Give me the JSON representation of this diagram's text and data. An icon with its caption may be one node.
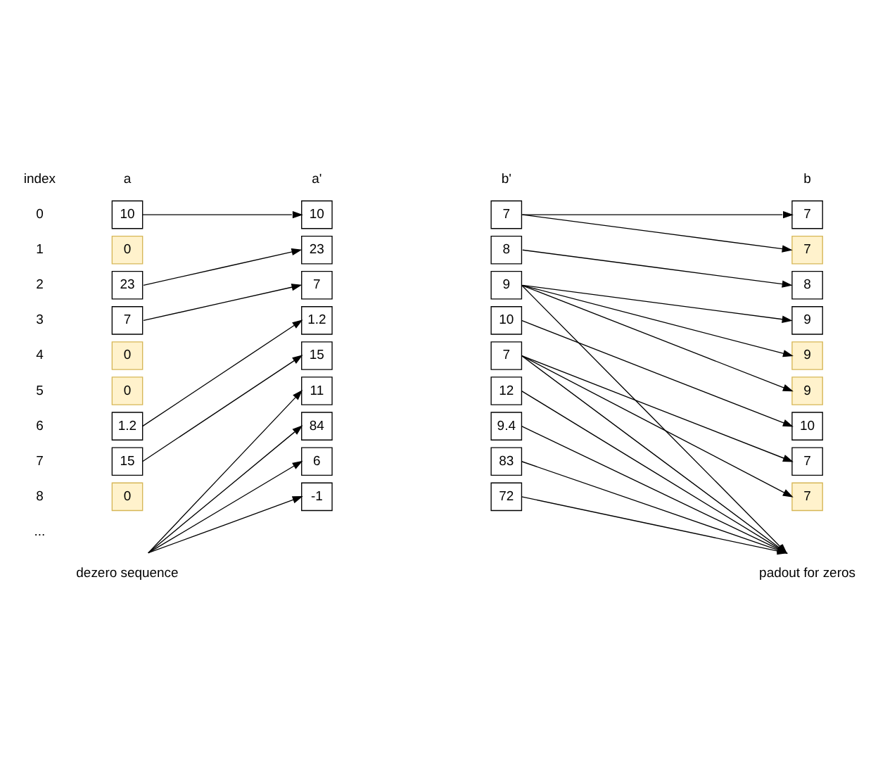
{
  "diagram": {
    "nodes": [
      {
        "text": [
          "10"
        ]
      },
      {
        "text": [
          "0"
        ]
      },
      {
        "text": [
          "23"
        ]
      },
      {
        "text": [
          "7"
        ]
      },
      {
        "text": [
          "0"
        ]
      },
      {
        "text": [
          "0"
        ]
      },
      {
        "text": [
          "1.2"
        ]
      },
      {
        "text": [
          "15"
        ]
      },
      {
        "text": [
          "0"
        ]
      },
      {
        "text": [
          "10"
        ]
      },
      {
        "text": [
          "23"
        ]
      },
      {
        "text": [
          "7"
        ]
      },
      {
        "text": [
          "1.2"
        ]
      },
      {
        "text": [
          "15"
        ]
      },
      {
        "text": [
          "11"
        ]
      },
      {
        "text": [
          "84"
        ]
      },
      {
        "text": [
          "6"
        ]
      },
      {
        "text": [
          "-1"
        ]
      },
      {
        "text": [
          "7"
        ]
      },
      {
        "text": [
          "8"
        ]
      },
      {
        "text": [
          "9"
        ]
      },
      {
        "text": [
          "10"
        ]
      },
      {
        "text": [
          "7"
        ]
      },
      {
        "text": [
          "12"
        ]
      },
      {
        "text": [
          "9.4"
        ]
      },
      {
        "text": [
          "83"
        ]
      },
      {
        "text": [
          "72"
        ]
      },
      {
        "text": [
          "7"
        ]
      },
      {
        "text": [
          "7"
        ]
      },
      {
        "text": [
          "8"
        ]
      },
      {
        "text": [
          "9"
        ]
      },
      {
        "text": [
          "9"
        ]
      },
      {
        "text": [
          "9"
        ]
      },
      {
        "text": [
          "10"
        ]
      },
      {
        "text": [
          "7"
        ]
      },
      {
        "text": [
          "7"
        ]
      },
      {
        "text": [
          "dezero sequence"
        ]
      },
      {
        "text": [
          "padout for zeros"
        ]
      }
    ],
    "edges": [
      {
        "from": 0,
        "to": 9,
        "arrow": "to"
      },
      {
        "from": 2,
        "to": 10,
        "arrow": "to"
      },
      {
        "from": 3,
        "to": 11,
        "arrow": "to"
      },
      {
        "from": 6,
        "to": 12,
        "arrow": "to"
      },
      {
        "from": 7,
        "to": 13,
        "arrow": "to"
      },
      {
        "from": 36,
        "to": 14,
        "arrow": "to"
      },
      {
        "from": 36,
        "to": 15,
        "arrow": "to"
      },
      {
        "from": 36,
        "to": 16,
        "arrow": "to"
      },
      {
        "from": 36,
        "to": 17,
        "arrow": "to"
      },
      {
        "from": 18,
        "to": 27,
        "arrow": "to"
      },
      {
        "from": 18,
        "to": 28,
        "arrow": "to"
      },
      {
        "from": 19,
        "to": 29,
        "arrow": "to"
      },
      {
        "from": 20,
        "to": 30,
        "arrow": "to"
      },
      {
        "from": 20,
        "to": 31,
        "arrow": "to"
      },
      {
        "from": 20,
        "to": 32,
        "arrow": "to"
      },
      {
        "from": 21,
        "to": 33,
        "arrow": "to"
      },
      {
        "from": 22,
        "to": 34,
        "arrow": "to"
      },
      {
        "from": 22,
        "to": 35,
        "arrow": "to"
      },
      {
        "from": 20,
        "to": 37,
        "arrow": "to"
      },
      {
        "from": 22,
        "to": 37,
        "arrow": "to"
      },
      {
        "from": 23,
        "to": 37,
        "arrow": "to"
      },
      {
        "from": 24,
        "to": 37,
        "arrow": "to"
      },
      {
        "from": 25,
        "to": 37,
        "arrow": "to"
      },
      {
        "from": 26,
        "to": 37,
        "arrow": "to"
      }
    ],
    "labels": [
      "index",
      "a",
      "a'",
      "b'",
      "b",
      "0",
      "1",
      "2",
      "3",
      "4",
      "5",
      "6",
      "7",
      "8",
      "..."
    ]
  }
}
